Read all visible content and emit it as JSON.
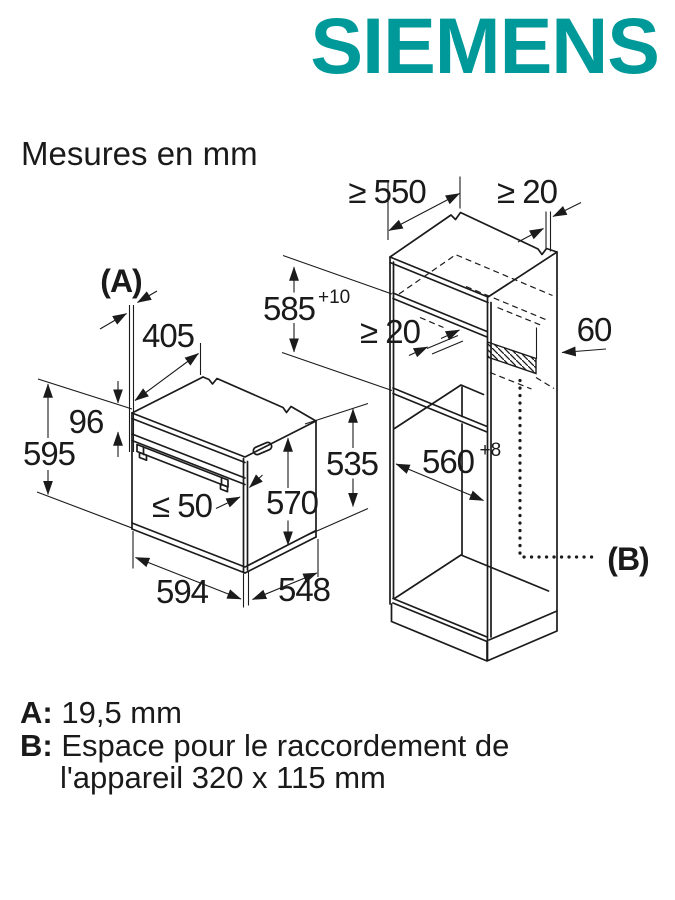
{
  "brand": {
    "name": "SIEMENS",
    "color": "#009999"
  },
  "heading": "Mesures en mm",
  "diagram": {
    "marker_a": "(A)",
    "marker_b": "(B)",
    "oven": {
      "top_depth": "405",
      "control_panel_height": "96",
      "height": "595",
      "door_clearance": "≤ 50",
      "front_height": "570",
      "body_height": "535",
      "width": "594",
      "body_depth": "548"
    },
    "niche": {
      "min_depth": "≥ 550",
      "rear_wall_gap": "≥ 20",
      "height": "585",
      "height_tolerance": "+10",
      "vent_gap": "≥ 20",
      "vent_depth": "60",
      "width": "560",
      "width_tolerance": "+8"
    }
  },
  "legend": {
    "a_label": "A:",
    "a_value": "19,5 mm",
    "b_label": "B:",
    "b_value": "Espace pour le raccordement de l'appareil 320 x 115 mm"
  }
}
